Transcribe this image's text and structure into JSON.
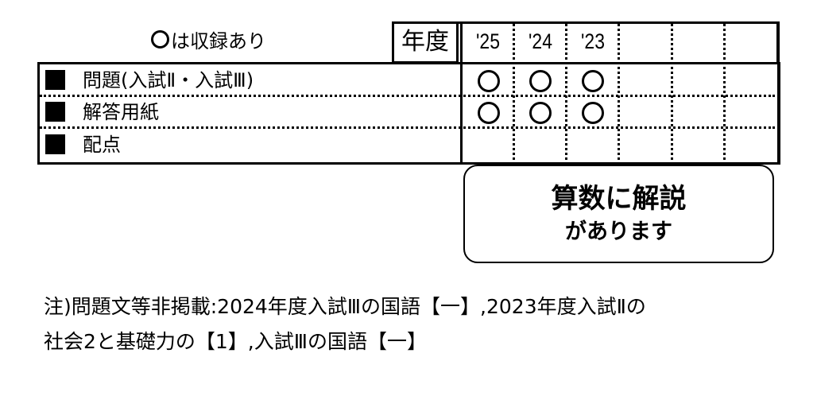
{
  "legend": {
    "mark_icon": "circle-icon",
    "text": "は収録あり"
  },
  "header": {
    "nendo_label": "年度",
    "years": [
      "'25",
      "'24",
      "'23",
      "",
      "",
      ""
    ]
  },
  "rows": [
    {
      "label": "問題(入試Ⅱ・入試Ⅲ)",
      "marks": [
        true,
        true,
        true,
        false,
        false,
        false
      ]
    },
    {
      "label": "解答用紙",
      "marks": [
        true,
        true,
        true,
        false,
        false,
        false
      ]
    },
    {
      "label": "配点",
      "marks": [
        false,
        false,
        false,
        false,
        false,
        false
      ]
    }
  ],
  "callout": {
    "line1": "算数に解説",
    "line2": "があります"
  },
  "note": {
    "line1": "注)問題文等非掲載:2024年度入試Ⅲの国語【一】,2023年度入試Ⅱの",
    "line2": "社会2と基礎力の【1】,入試Ⅲの国語【一】"
  },
  "colors": {
    "ink": "#000000",
    "background": "#ffffff"
  }
}
